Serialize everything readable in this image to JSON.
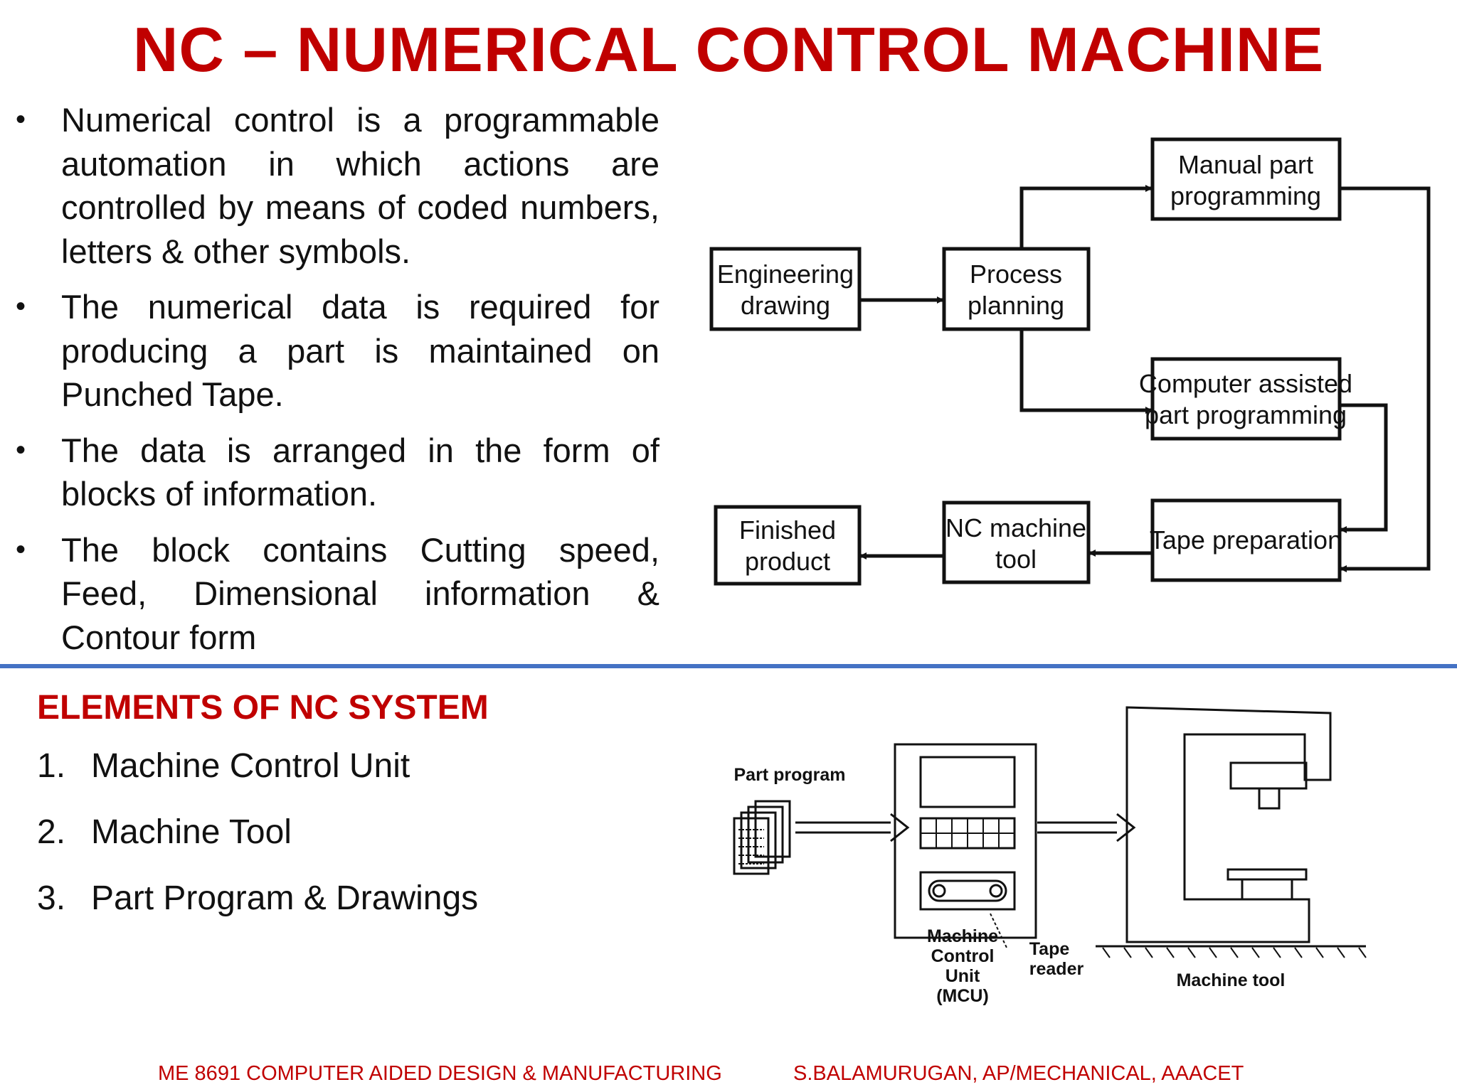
{
  "title": "NC – NUMERICAL CONTROL MACHINE",
  "bullets": [
    "Numerical control is a programmable automation in which actions are controlled by means of coded numbers, letters & other symbols.",
    "The numerical data is required for producing a part  is maintained on Punched Tape.",
    "The data is arranged in the form of blocks of information.",
    "The block contains Cutting speed, Feed, Dimensional information & Contour form"
  ],
  "bullet_symbol": "•",
  "flow_diagram": {
    "engineering_drawing": [
      "Engineering",
      "drawing"
    ],
    "process_planning": [
      "Process",
      "planning"
    ],
    "manual_part_programming": [
      "Manual part",
      "programming"
    ],
    "computer_assisted": [
      "Computer assisted",
      "part programming"
    ],
    "tape_preparation": [
      "Tape preparation"
    ],
    "nc_machine_tool": [
      "NC machine",
      "tool"
    ],
    "finished_product": [
      "Finished",
      "product"
    ]
  },
  "elements": {
    "heading": "ELEMENTS OF NC SYSTEM",
    "items": [
      {
        "num": "1.",
        "text": "Machine Control Unit"
      },
      {
        "num": "2.",
        "text": "Machine Tool"
      },
      {
        "num": "3.",
        "text": "Part Program & Drawings"
      }
    ]
  },
  "nc_system_diagram": {
    "part_program": "Part program",
    "mcu": [
      "Machine",
      "Control",
      "Unit",
      "(MCU)"
    ],
    "tape_reader": [
      "Tape",
      "reader"
    ],
    "machine_tool": "Machine tool"
  },
  "footer": {
    "left": "ME 8691 COMPUTER AIDED DESIGN & MANUFACTURING",
    "right": "S.BALAMURUGAN, AP/MECHANICAL, AAACET"
  },
  "colors": {
    "title": "#c00000",
    "divider": "#4472c4",
    "footer": "#c00000"
  }
}
